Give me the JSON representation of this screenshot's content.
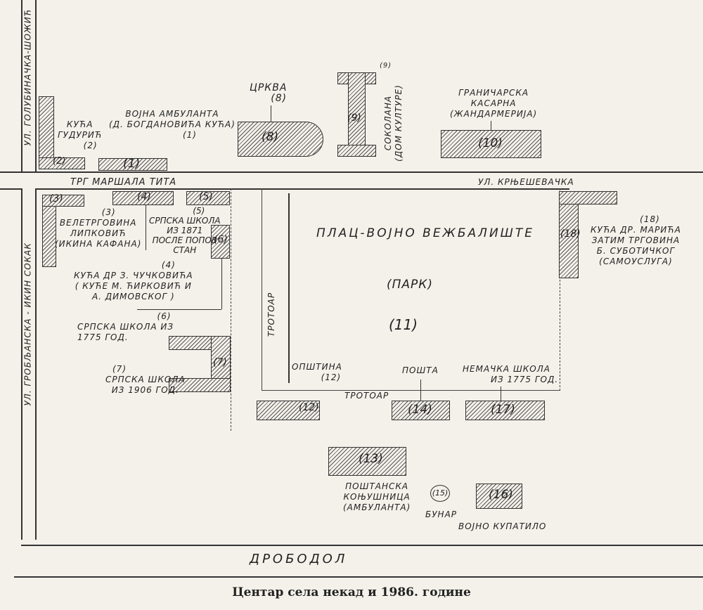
{
  "streets": {
    "left_top": "УЛ. ГОЛУБИНАЧКА-ШОЖИЋ",
    "left_bottom": "УЛ. ГРОБЉАНСКА - ИКИН СОКАК",
    "square": "ТРГ МАРШАЛА ТИТА",
    "right": "УЛ. КРЊЕШЕВАЧКА",
    "bottom": "ДРОБОДОЛ",
    "sidewalk_v": "ТРОТОАР",
    "sidewalk_h": "ТРОТОАР"
  },
  "buildings": {
    "b1": "(1)",
    "b2": "(2)",
    "b3": "(3)",
    "b4": "(4)",
    "b5": "(5)",
    "b6": "(6)",
    "b7": "(7)",
    "b8": "(8)",
    "b9": "(9)",
    "b10": "(10)",
    "b11": "(11)",
    "b12": "(12)",
    "b13": "(13)",
    "b14": "(14)",
    "b15": "(15)",
    "b16": "(16)",
    "b17": "(17)",
    "b18": "(18)"
  },
  "labels": {
    "l1": [
      "ВОЈНА АМБУЛАНТА",
      "(Д. БОГДАНОВИЋА КУЋА)",
      "(1)"
    ],
    "l2": [
      "КУЋА",
      "ГУДУРИЋ",
      "(2)"
    ],
    "l3": [
      "(3)",
      "ВЕЛЕТРГОВИНА",
      "ЛИПКОВИЋ",
      "(ИКИНА КАФАНА)"
    ],
    "l4": [
      "(4)",
      "КУЋА ДР З. ЧУЧКОВИЋА",
      "( КУЋЕ М. ЋИРКОВИЋ И",
      "А. ДИМОВСКОГ )"
    ],
    "l5": [
      "(5)",
      "СРПСКА ШКОЛА",
      "ИЗ 1871",
      "ПОСЛЕ ПОПОВ",
      "СТАН"
    ],
    "l6": [
      "(6)",
      "СРПСКА ШКОЛА ИЗ",
      "1775 ГОД."
    ],
    "l7": [
      "(7)",
      "СРПСКА ШКОЛА",
      "ИЗ 1906 ГОД."
    ],
    "l8": [
      "ЦРКВА",
      "(8)"
    ],
    "l9": [
      "(9)",
      "СОКОЛАНА",
      "(ДОМ КУЛТУРЕ)"
    ],
    "l10": [
      "ГРАНИЧАРСКА",
      "КАСАРНА",
      "(ЖАНДАРМЕРИЈА)"
    ],
    "l11": [
      "ПЛАЦ-ВОЈНО ВЕЖБАЛИШТЕ",
      "(ПАРК)",
      "(11)"
    ],
    "l12": [
      "ОПШТИНА",
      "(12)"
    ],
    "l13": [
      "ПОШТАНСКА",
      "КОЊУШНИЦА",
      "(АМБУЛАНТА)"
    ],
    "l14": [
      "ПОШТА"
    ],
    "l15": [
      "БУНАР"
    ],
    "l16": [
      "ВОЈНО КУПАТИЛО"
    ],
    "l17": [
      "НЕМАЧКА ШКОЛА",
      "ИЗ 1775 ГОД."
    ],
    "l18": [
      "(18)",
      "КУЋА ДР. МАРИЋА",
      "ЗАТИМ ТРГОВИНА",
      "Б. СУБОТИЧКОГ",
      "(САМОУСЛУГА)"
    ]
  },
  "caption": "Центар села некад и 1986. године"
}
